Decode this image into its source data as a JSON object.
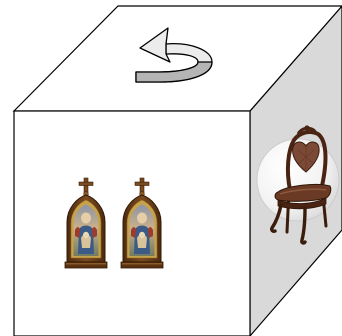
{
  "figure": {
    "kind": "cube-rotation-puzzle",
    "rotation_arrow": {
      "icon": "counterclockwise-arrow-icon",
      "direction": "counterclockwise"
    },
    "faces": {
      "top": {
        "content": "rotation-arrow"
      },
      "front": {
        "content": "two-icons",
        "icon": "icon-frame-icon",
        "count": 2
      },
      "right": {
        "content": "one-icon",
        "icon": "chair-icon",
        "count": 1
      }
    },
    "colors": {
      "outline": "#000000",
      "top_face": "#ffffff",
      "front_face": "#ffffff",
      "side_face": "#d9d9d9",
      "arrow_fill": "#e6e6e6",
      "arrow_band": "#b0b0b0",
      "frame_wood": "#6b3f1c",
      "frame_gold": "#c8a24a",
      "chair_wood": "#4a2412",
      "chair_fabric": "#7b4a36",
      "bubble": "#f4f4f4"
    }
  }
}
